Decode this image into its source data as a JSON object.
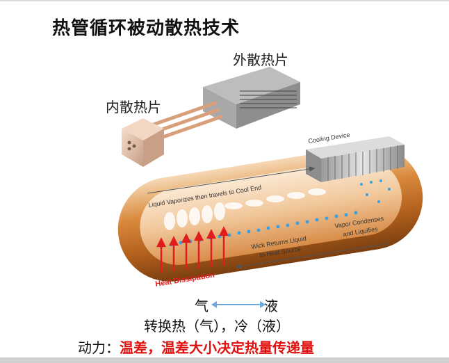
{
  "title": "热管循环被动散热技术",
  "labels": {
    "outer_heatsink": "外散热片",
    "inner_heatsink": "内散热片"
  },
  "diagram_text": {
    "cooling_device": "Cooling Device",
    "liquid_vaporizes": "Liquid Vaporizes then travels to Cool End",
    "vapor_condenses": "Vapor Condenses",
    "and_liquifies": "and Liquifies",
    "wick_returns": "Wick Returns Liquid",
    "to_heat_source": "to Heat Source",
    "heat_dissipation": "Heat Dissipation"
  },
  "phase": {
    "gas": "气",
    "liquid": "液"
  },
  "conversion": "转换热（气），冷（液）",
  "power": {
    "key": "动力：",
    "value": "温差，温差大小决定热量传递量"
  },
  "colors": {
    "accent_red": "#e10e0e",
    "arrow_blue": "#6fa8dc",
    "pipe_orange": "#c8742a"
  }
}
